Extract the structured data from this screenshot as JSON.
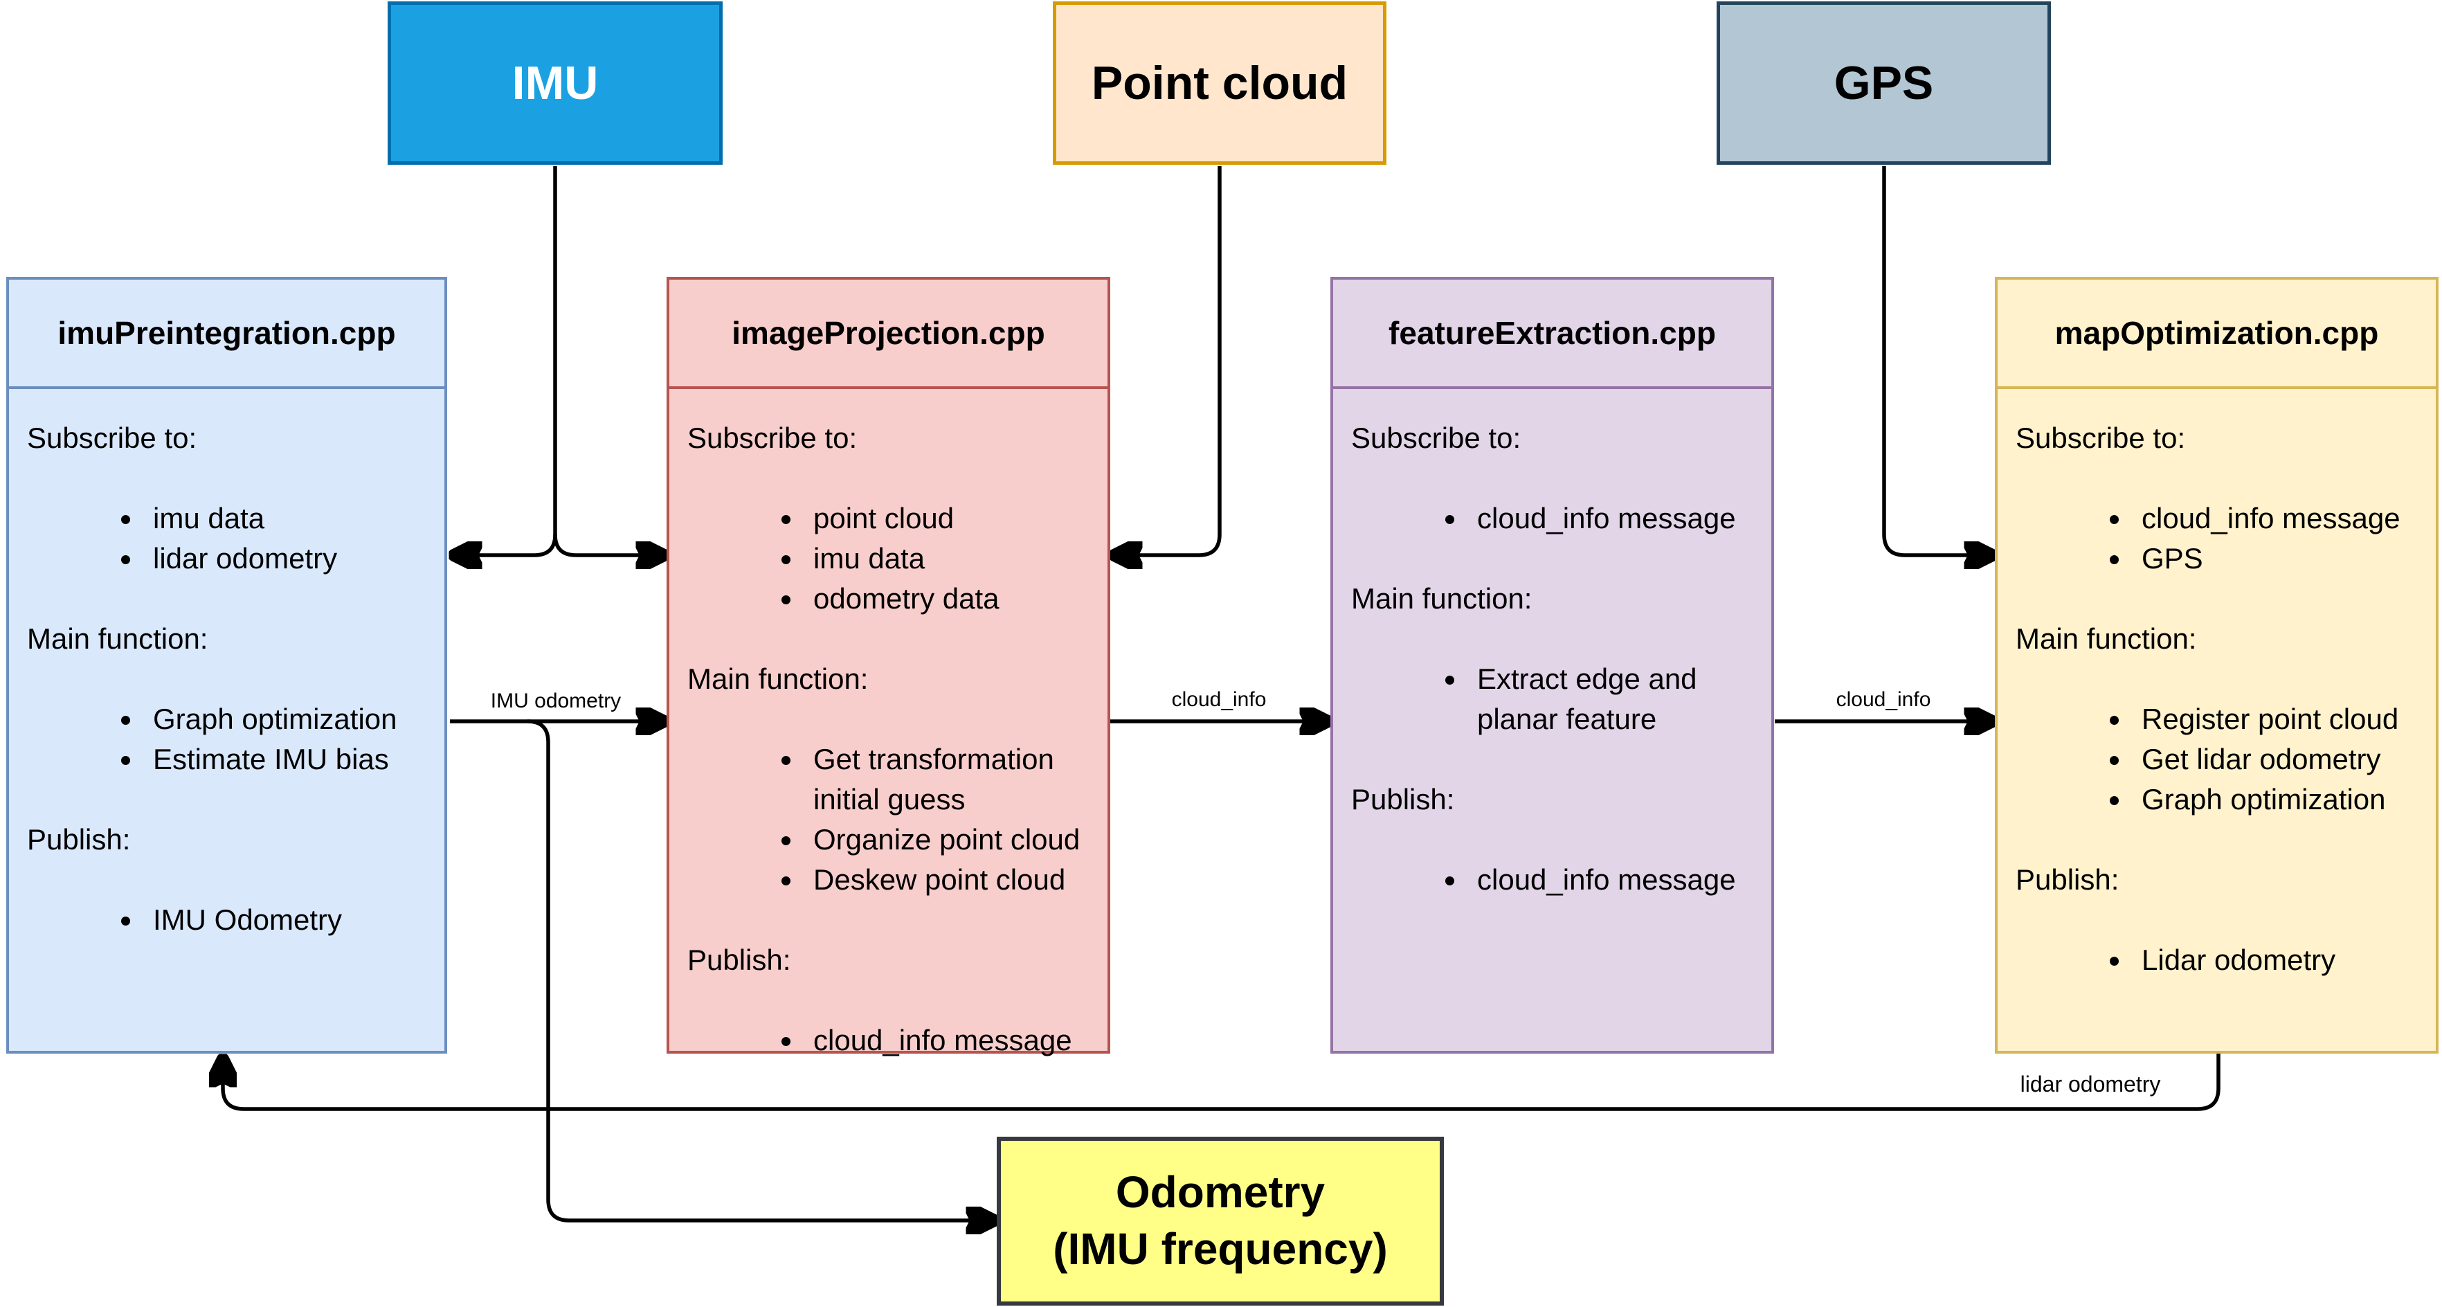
{
  "diagram": {
    "sources": [
      {
        "label": "IMU",
        "fill": "#1BA1E2",
        "border": "#006EAF"
      },
      {
        "label": "Point cloud",
        "fill": "#FFE6CC",
        "border": "#D79B00"
      },
      {
        "label": "GPS",
        "fill": "#B3C6D3",
        "border": "#23445D"
      }
    ],
    "modules": [
      {
        "title": "imuPreintegration.cpp",
        "fill": "#DAE8FC",
        "border": "#6C8EBF",
        "sections": [
          {
            "heading": "Subscribe to:",
            "items": [
              "imu data",
              "lidar odometry"
            ]
          },
          {
            "heading": "Main function:",
            "items": [
              "Graph optimization",
              "Estimate IMU bias"
            ]
          },
          {
            "heading": "Publish:",
            "items": [
              "IMU Odometry"
            ]
          }
        ]
      },
      {
        "title": "imageProjection.cpp",
        "fill": "#F8CECC",
        "border": "#B85450",
        "sections": [
          {
            "heading": "Subscribe to:",
            "items": [
              "point cloud",
              "imu data",
              "odometry data"
            ]
          },
          {
            "heading": "Main function:",
            "items": [
              "Get transformation initial guess",
              "Organize point cloud",
              "Deskew point cloud"
            ]
          },
          {
            "heading": "Publish:",
            "items": [
              "cloud_info message"
            ]
          }
        ]
      },
      {
        "title": "featureExtraction.cpp",
        "fill": "#E1D5E7",
        "border": "#9673A6",
        "sections": [
          {
            "heading": "Subscribe to:",
            "items": [
              "cloud_info message"
            ]
          },
          {
            "heading": "Main function:",
            "items": [
              "Extract edge and planar feature"
            ]
          },
          {
            "heading": "Publish:",
            "items": [
              "cloud_info message"
            ]
          }
        ]
      },
      {
        "title": "mapOptimization.cpp",
        "fill": "#FFF2CC",
        "border": "#D6B656",
        "sections": [
          {
            "heading": "Subscribe to:",
            "items": [
              "cloud_info message",
              "GPS"
            ]
          },
          {
            "heading": "Main function:",
            "items": [
              "Register point cloud",
              "Get lidar odometry",
              "Graph optimization"
            ]
          },
          {
            "heading": "Publish:",
            "items": [
              "Lidar odometry"
            ]
          }
        ]
      }
    ],
    "sink": {
      "line1": "Odometry",
      "line2": "(IMU frequency)",
      "fill": "#FFFF88",
      "border": "#36393D"
    },
    "edge_labels": {
      "imu_odometry": "IMU odometry",
      "cloud_info_left": "cloud_info",
      "cloud_info_right": "cloud_info",
      "lidar_odometry": "lidar odometry"
    },
    "line_color": "#000000"
  }
}
